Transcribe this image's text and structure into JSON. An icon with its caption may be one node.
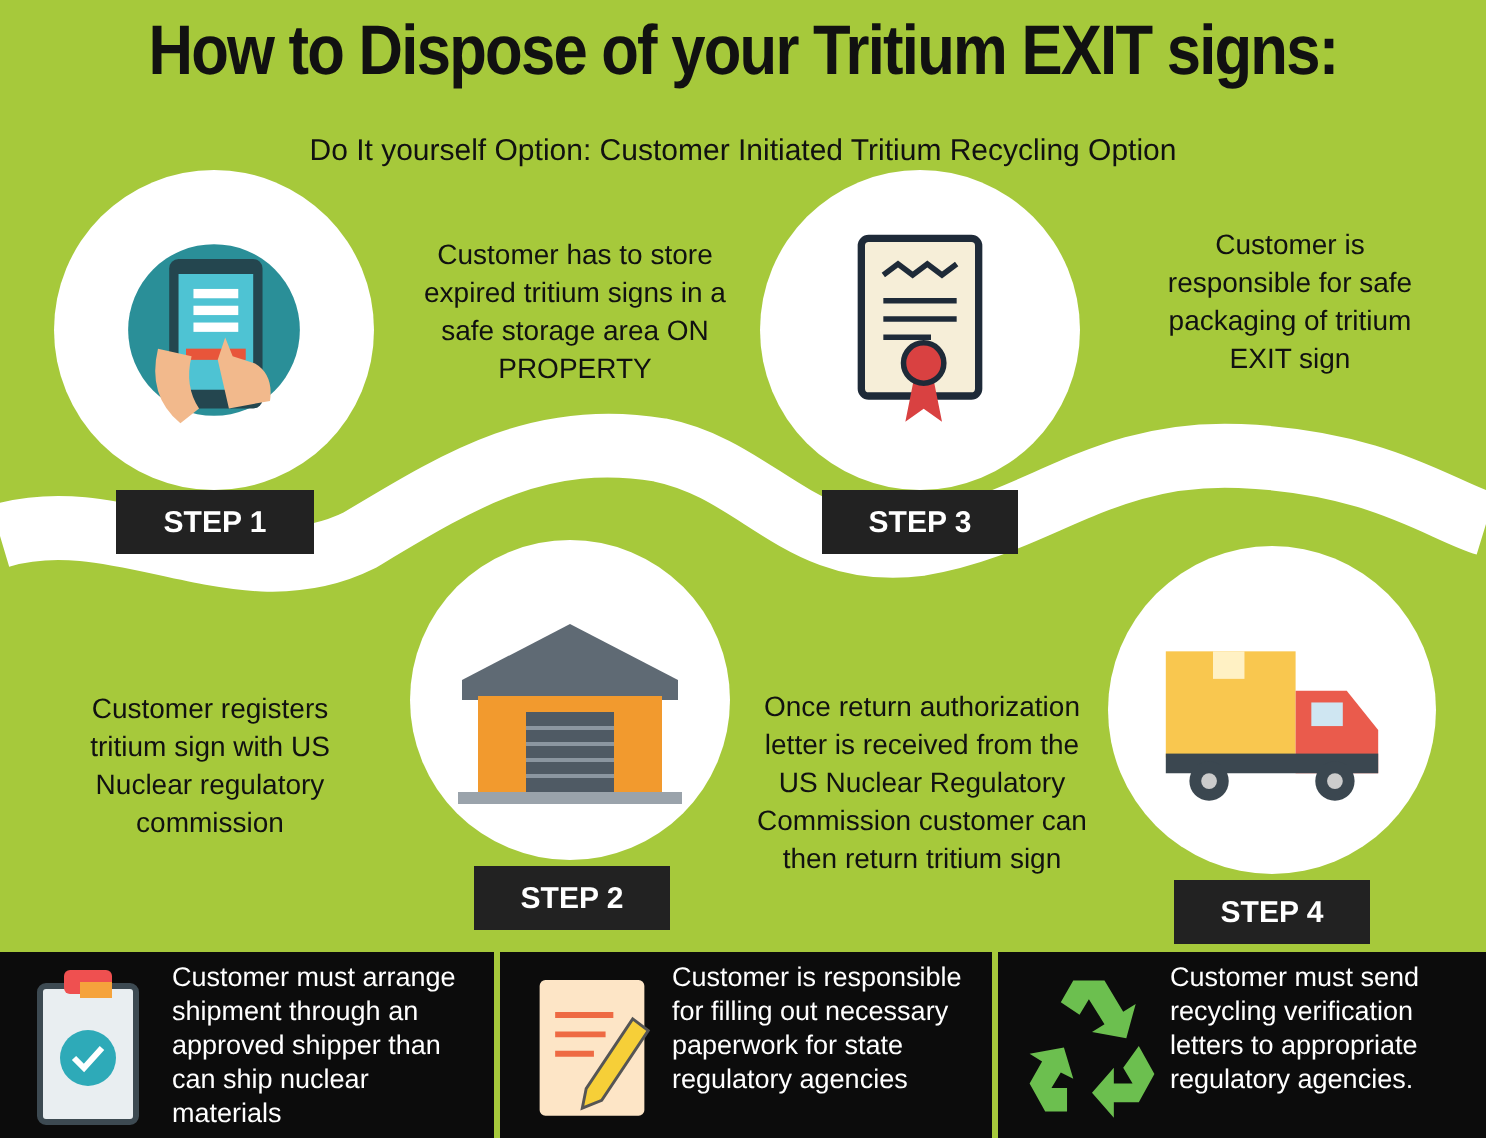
{
  "diagram": {
    "title": "How to Dispose of your Tritium EXIT signs:",
    "nodes": [
      {
        "text": [],
        "shape": "picture"
      },
      {
        "text": [
          "STEP 1"
        ]
      },
      {
        "text": [],
        "shape": "picture"
      },
      {
        "text": [
          "STEP 2"
        ]
      },
      {
        "text": [],
        "shape": "picture"
      },
      {
        "text": [
          "STEP 3"
        ]
      },
      {
        "text": [],
        "shape": "picture"
      },
      {
        "text": [
          "STEP 4"
        ]
      },
      {
        "text": [
          "Customer must arrange shipment through an approved shipper than can ship nuclear materials"
        ]
      },
      {
        "text": [
          "Customer is responsible for filling out necessary paperwork for state regulatory agencies"
        ]
      },
      {
        "text": [
          "Customer must send recycling verification letters to appropriate regulatory agencies."
        ]
      }
    ],
    "labels": [
      "Do It yourself Option: Customer Initiated Tritium Recycling Option",
      "Customer has to store expired tritium signs in a safe storage area ON PROPERTY",
      "Customer is responsible for safe packaging of tritium EXIT sign",
      "Customer registers tritium sign with US Nuclear regulatory commission",
      "Once return authorization letter is received from the US Nuclear Regulatory Commission customer can then return tritium sign"
    ]
  }
}
